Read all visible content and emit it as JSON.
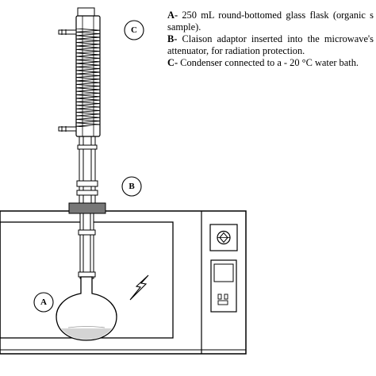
{
  "labels": {
    "a": "A",
    "b": "B",
    "c": "C"
  },
  "legend": [
    {
      "key": "A-",
      "text": " 250 mL round-bottomed glass flask (organic s sample)."
    },
    {
      "key": "B-",
      "text": " Claison adaptor inserted into the microwave's attenuator, for radiation protection."
    },
    {
      "key": "C-",
      "text": " Condenser connected to a - 20 °C water bath."
    }
  ]
}
